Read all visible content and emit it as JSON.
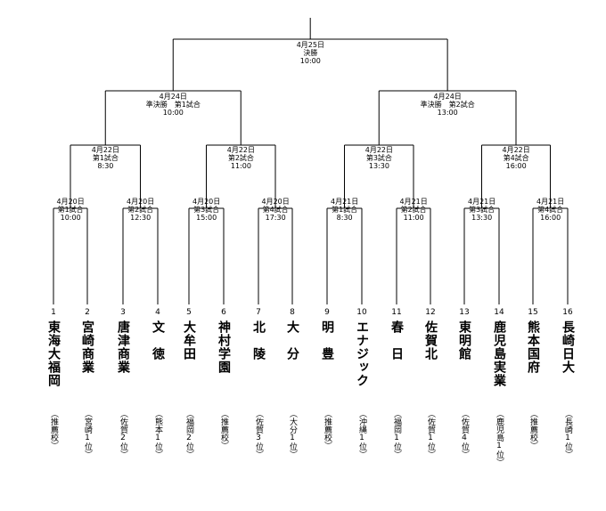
{
  "final": {
    "date": "4月25日",
    "label": "決勝",
    "time": "10:00"
  },
  "semifinals": [
    {
      "date": "4月24日",
      "label": "準決勝　第1試合",
      "time": "10:00"
    },
    {
      "date": "4月24日",
      "label": "準決勝　第2試合",
      "time": "13:00"
    }
  ],
  "quarterfinals": [
    {
      "date": "4月22日",
      "label": "第1試合",
      "time": "8:30"
    },
    {
      "date": "4月22日",
      "label": "第2試合",
      "time": "11:00"
    },
    {
      "date": "4月22日",
      "label": "第3試合",
      "time": "13:30"
    },
    {
      "date": "4月22日",
      "label": "第4試合",
      "time": "16:00"
    }
  ],
  "first_round": [
    {
      "date": "4月20日",
      "label": "第1試合",
      "time": "10:00"
    },
    {
      "date": "4月20日",
      "label": "第2試合",
      "time": "12:30"
    },
    {
      "date": "4月20日",
      "label": "第3試合",
      "time": "15:00"
    },
    {
      "date": "4月20日",
      "label": "第4試合",
      "time": "17:30"
    },
    {
      "date": "4月21日",
      "label": "第1試合",
      "time": "8:30"
    },
    {
      "date": "4月21日",
      "label": "第2試合",
      "time": "11:00"
    },
    {
      "date": "4月21日",
      "label": "第3試合",
      "time": "13:30"
    },
    {
      "date": "4月21日",
      "label": "第4試合",
      "time": "16:00"
    }
  ],
  "teams": [
    {
      "no": "1",
      "name": "東海大福岡",
      "note": "（推薦校）"
    },
    {
      "no": "2",
      "name": "宮崎商業",
      "note": "（宮崎1位）"
    },
    {
      "no": "3",
      "name": "唐津商業",
      "note": "（佐賀2位）"
    },
    {
      "no": "4",
      "name": "文　徳",
      "note": "（熊本1位）"
    },
    {
      "no": "5",
      "name": "大牟田",
      "note": "（福岡2位）"
    },
    {
      "no": "6",
      "name": "神村学園",
      "note": "（推薦校）"
    },
    {
      "no": "7",
      "name": "北　陵",
      "note": "（佐賀3位）"
    },
    {
      "no": "8",
      "name": "大　分",
      "note": "（大分1位）"
    },
    {
      "no": "9",
      "name": "明　豊",
      "note": "（推薦校）"
    },
    {
      "no": "10",
      "name": "エナジック",
      "note": "（沖縄1位）"
    },
    {
      "no": "11",
      "name": "春　日",
      "note": "（福岡1位）"
    },
    {
      "no": "12",
      "name": "佐賀北",
      "note": "（佐賀1位）"
    },
    {
      "no": "13",
      "name": "東明館",
      "note": "（佐賀4位）"
    },
    {
      "no": "14",
      "name": "鹿児島実業",
      "note": "（鹿児島1位）"
    },
    {
      "no": "15",
      "name": "熊本国府",
      "note": "（推薦校）"
    },
    {
      "no": "16",
      "name": "長崎日大",
      "note": "（長崎1位）"
    }
  ]
}
